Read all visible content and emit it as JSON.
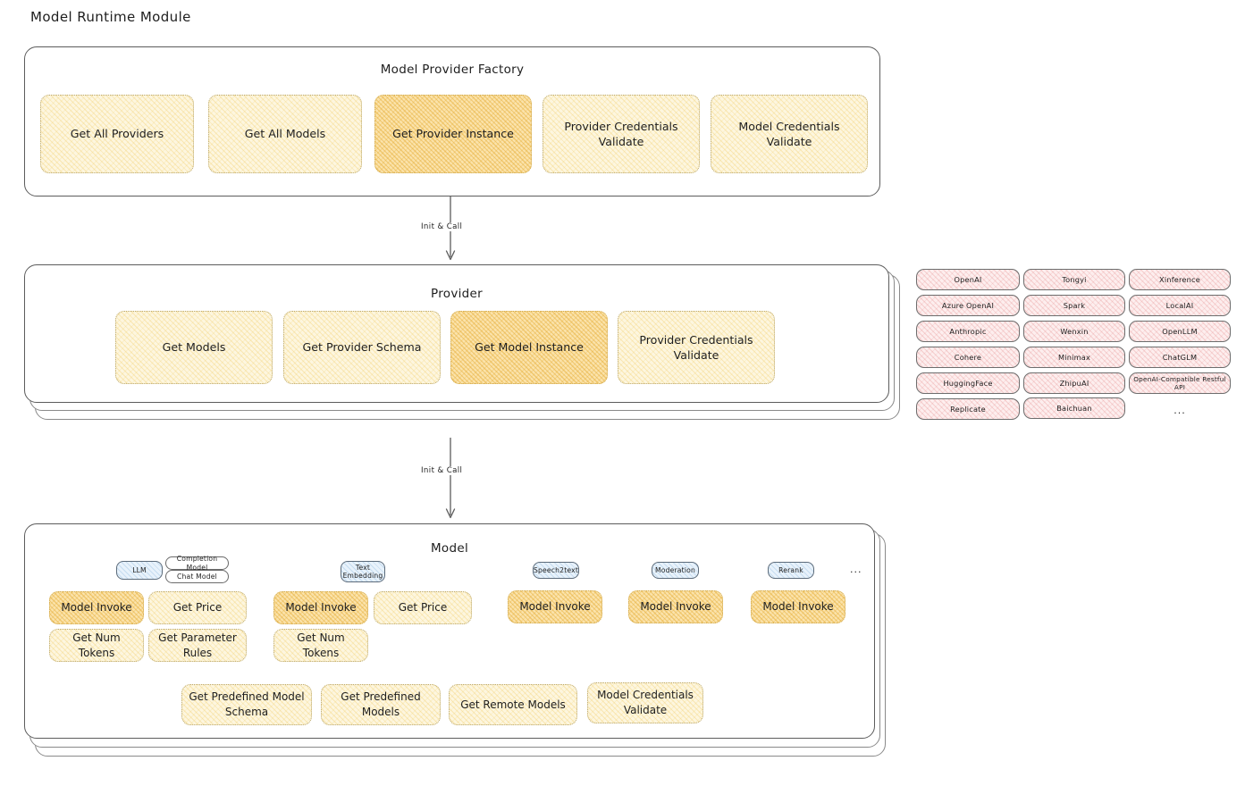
{
  "page": {
    "title": "Model Runtime Module"
  },
  "factory": {
    "title": "Model Provider Factory",
    "tiles": [
      {
        "label": "Get All Providers",
        "highlight": false
      },
      {
        "label": "Get All Models",
        "highlight": false
      },
      {
        "label": "Get Provider Instance",
        "highlight": true
      },
      {
        "label": "Provider Credentials Validate",
        "highlight": false
      },
      {
        "label": "Model Credentials Validate",
        "highlight": false
      }
    ]
  },
  "arrows": [
    {
      "label": "Init & Call"
    },
    {
      "label": "Init & Call"
    }
  ],
  "provider": {
    "title": "Provider",
    "tiles": [
      {
        "label": "Get Models",
        "highlight": false
      },
      {
        "label": "Get Provider Schema",
        "highlight": false
      },
      {
        "label": "Get Model Instance",
        "highlight": true
      },
      {
        "label": "Provider Credentials Validate",
        "highlight": false
      }
    ]
  },
  "provider_list": {
    "ellipsis": "...",
    "columns": [
      {
        "items": [
          "OpenAI",
          "Azure OpenAI",
          "Anthropic",
          "Cohere",
          "HuggingFace",
          "Replicate"
        ]
      },
      {
        "items": [
          "Tongyi",
          "Spark",
          "Wenxin",
          "Minimax",
          "ZhipuAI",
          "Baichuan"
        ]
      },
      {
        "items": [
          "Xinference",
          "LocalAI",
          "OpenLLM",
          "ChatGLM",
          "OpenAI-Compatible Restful API"
        ]
      }
    ]
  },
  "model": {
    "title": "Model",
    "ellipsis": "...",
    "types": [
      {
        "chip": "LLM",
        "sub_chips": [
          "Completion Model",
          "Chat Model"
        ],
        "tiles": [
          "Model Invoke",
          "Get Price",
          "Get Num Tokens",
          "Get Parameter Rules"
        ]
      },
      {
        "chip": "Text Embedding",
        "sub_chips": [],
        "tiles": [
          "Model Invoke",
          "Get Price",
          "Get Num Tokens"
        ]
      },
      {
        "chip": "Speech2text",
        "sub_chips": [],
        "tiles": [
          "Model Invoke"
        ]
      },
      {
        "chip": "Moderation",
        "sub_chips": [],
        "tiles": [
          "Model Invoke"
        ]
      },
      {
        "chip": "Rerank",
        "sub_chips": [],
        "tiles": [
          "Model Invoke"
        ]
      }
    ],
    "common_tiles": [
      "Get Predefined Model Schema",
      "Get Predefined Models",
      "Get Remote Models",
      "Model Credentials Validate"
    ]
  },
  "colors": {
    "tile_fill": "#fdf6df",
    "tile_fill_highlight": "#fbe3ab",
    "pill_fill": "#fdeeee",
    "chip_fill": "#e8f2fb",
    "stroke": "#5c5c5c"
  }
}
